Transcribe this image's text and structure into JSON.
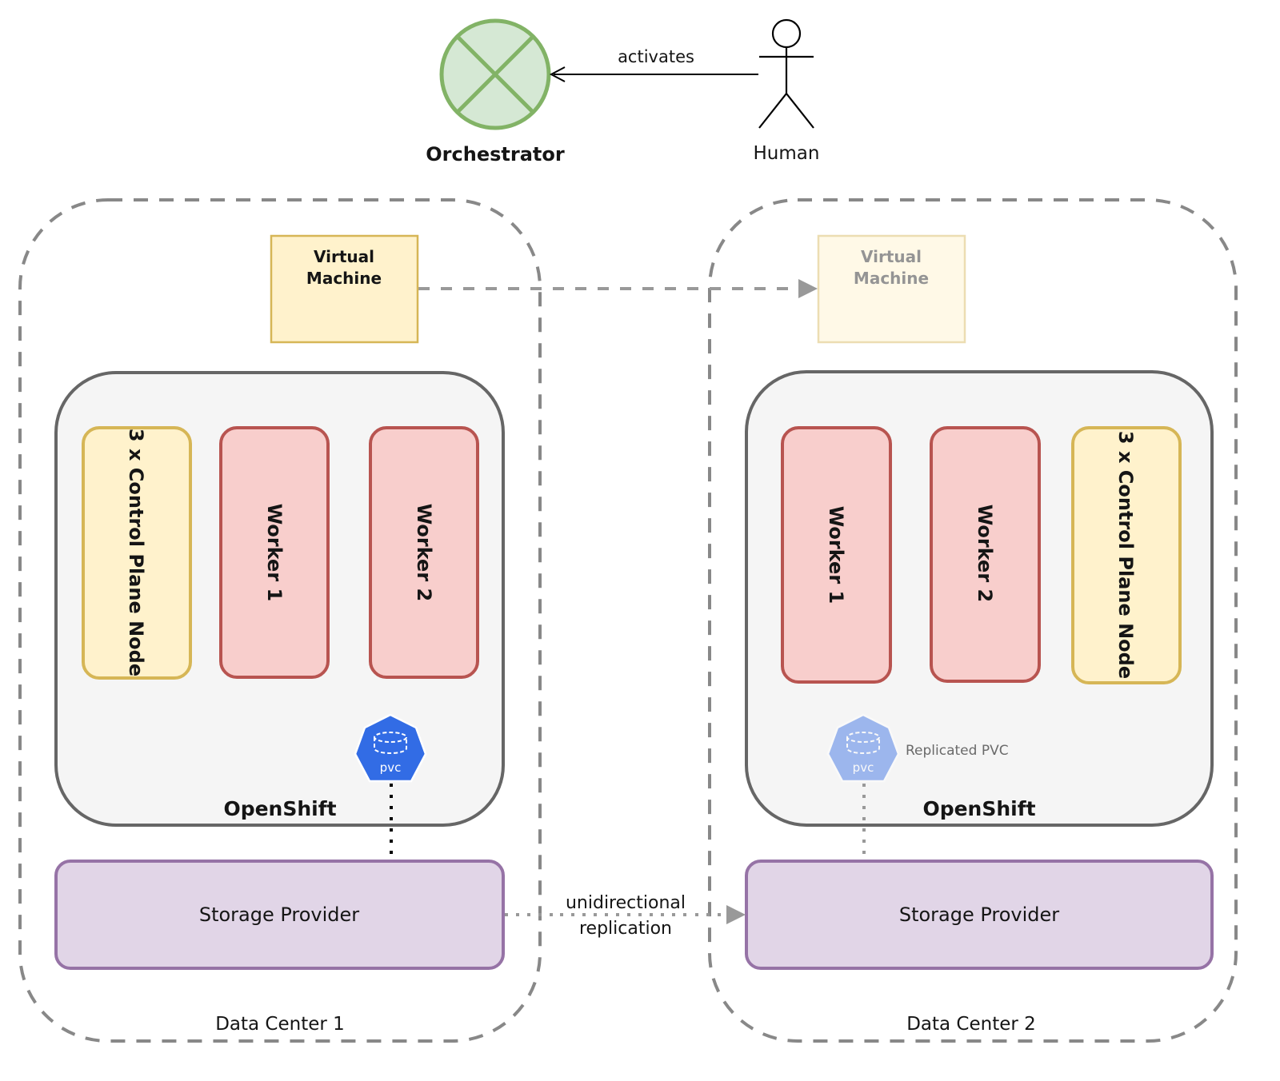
{
  "orchestrator": {
    "label": "Orchestrator",
    "fill": "#d5e8d4",
    "stroke": "#82b366"
  },
  "human": {
    "label": "Human"
  },
  "activates_edge": {
    "label": "activates"
  },
  "data_centers": [
    {
      "label": "Data Center 1",
      "virtual_machine": {
        "line1": "Virtual",
        "line2": "Machine",
        "faded": false
      },
      "openshift": {
        "label": "OpenShift"
      },
      "nodes": [
        "3 x Control Plane Node",
        "Worker 1",
        "Worker 2"
      ],
      "pvc": {
        "label": "pvc",
        "caption": ""
      },
      "storage": {
        "label": "Storage Provider"
      }
    },
    {
      "label": "Data Center 2",
      "virtual_machine": {
        "line1": "Virtual",
        "line2": "Machine",
        "faded": true
      },
      "openshift": {
        "label": "OpenShift"
      },
      "nodes": [
        "Worker 1",
        "Worker 2",
        "3 x Control Plane Node"
      ],
      "pvc": {
        "label": "pvc",
        "caption": "Replicated PVC"
      },
      "storage": {
        "label": "Storage Provider"
      }
    }
  ],
  "replication_edge": {
    "line1": "unidirectional",
    "line2": "replication"
  },
  "colors": {
    "control_plane_fill": "#fff2cc",
    "control_plane_stroke": "#d6b656",
    "worker_fill": "#f8cecc",
    "worker_stroke": "#b85450",
    "storage_fill": "#e1d5e7",
    "storage_stroke": "#9673a6",
    "pvc_blue": "#326ce5",
    "openshift_fill": "#f5f5f5",
    "openshift_stroke": "#666666",
    "dashed_gray": "#888888"
  }
}
